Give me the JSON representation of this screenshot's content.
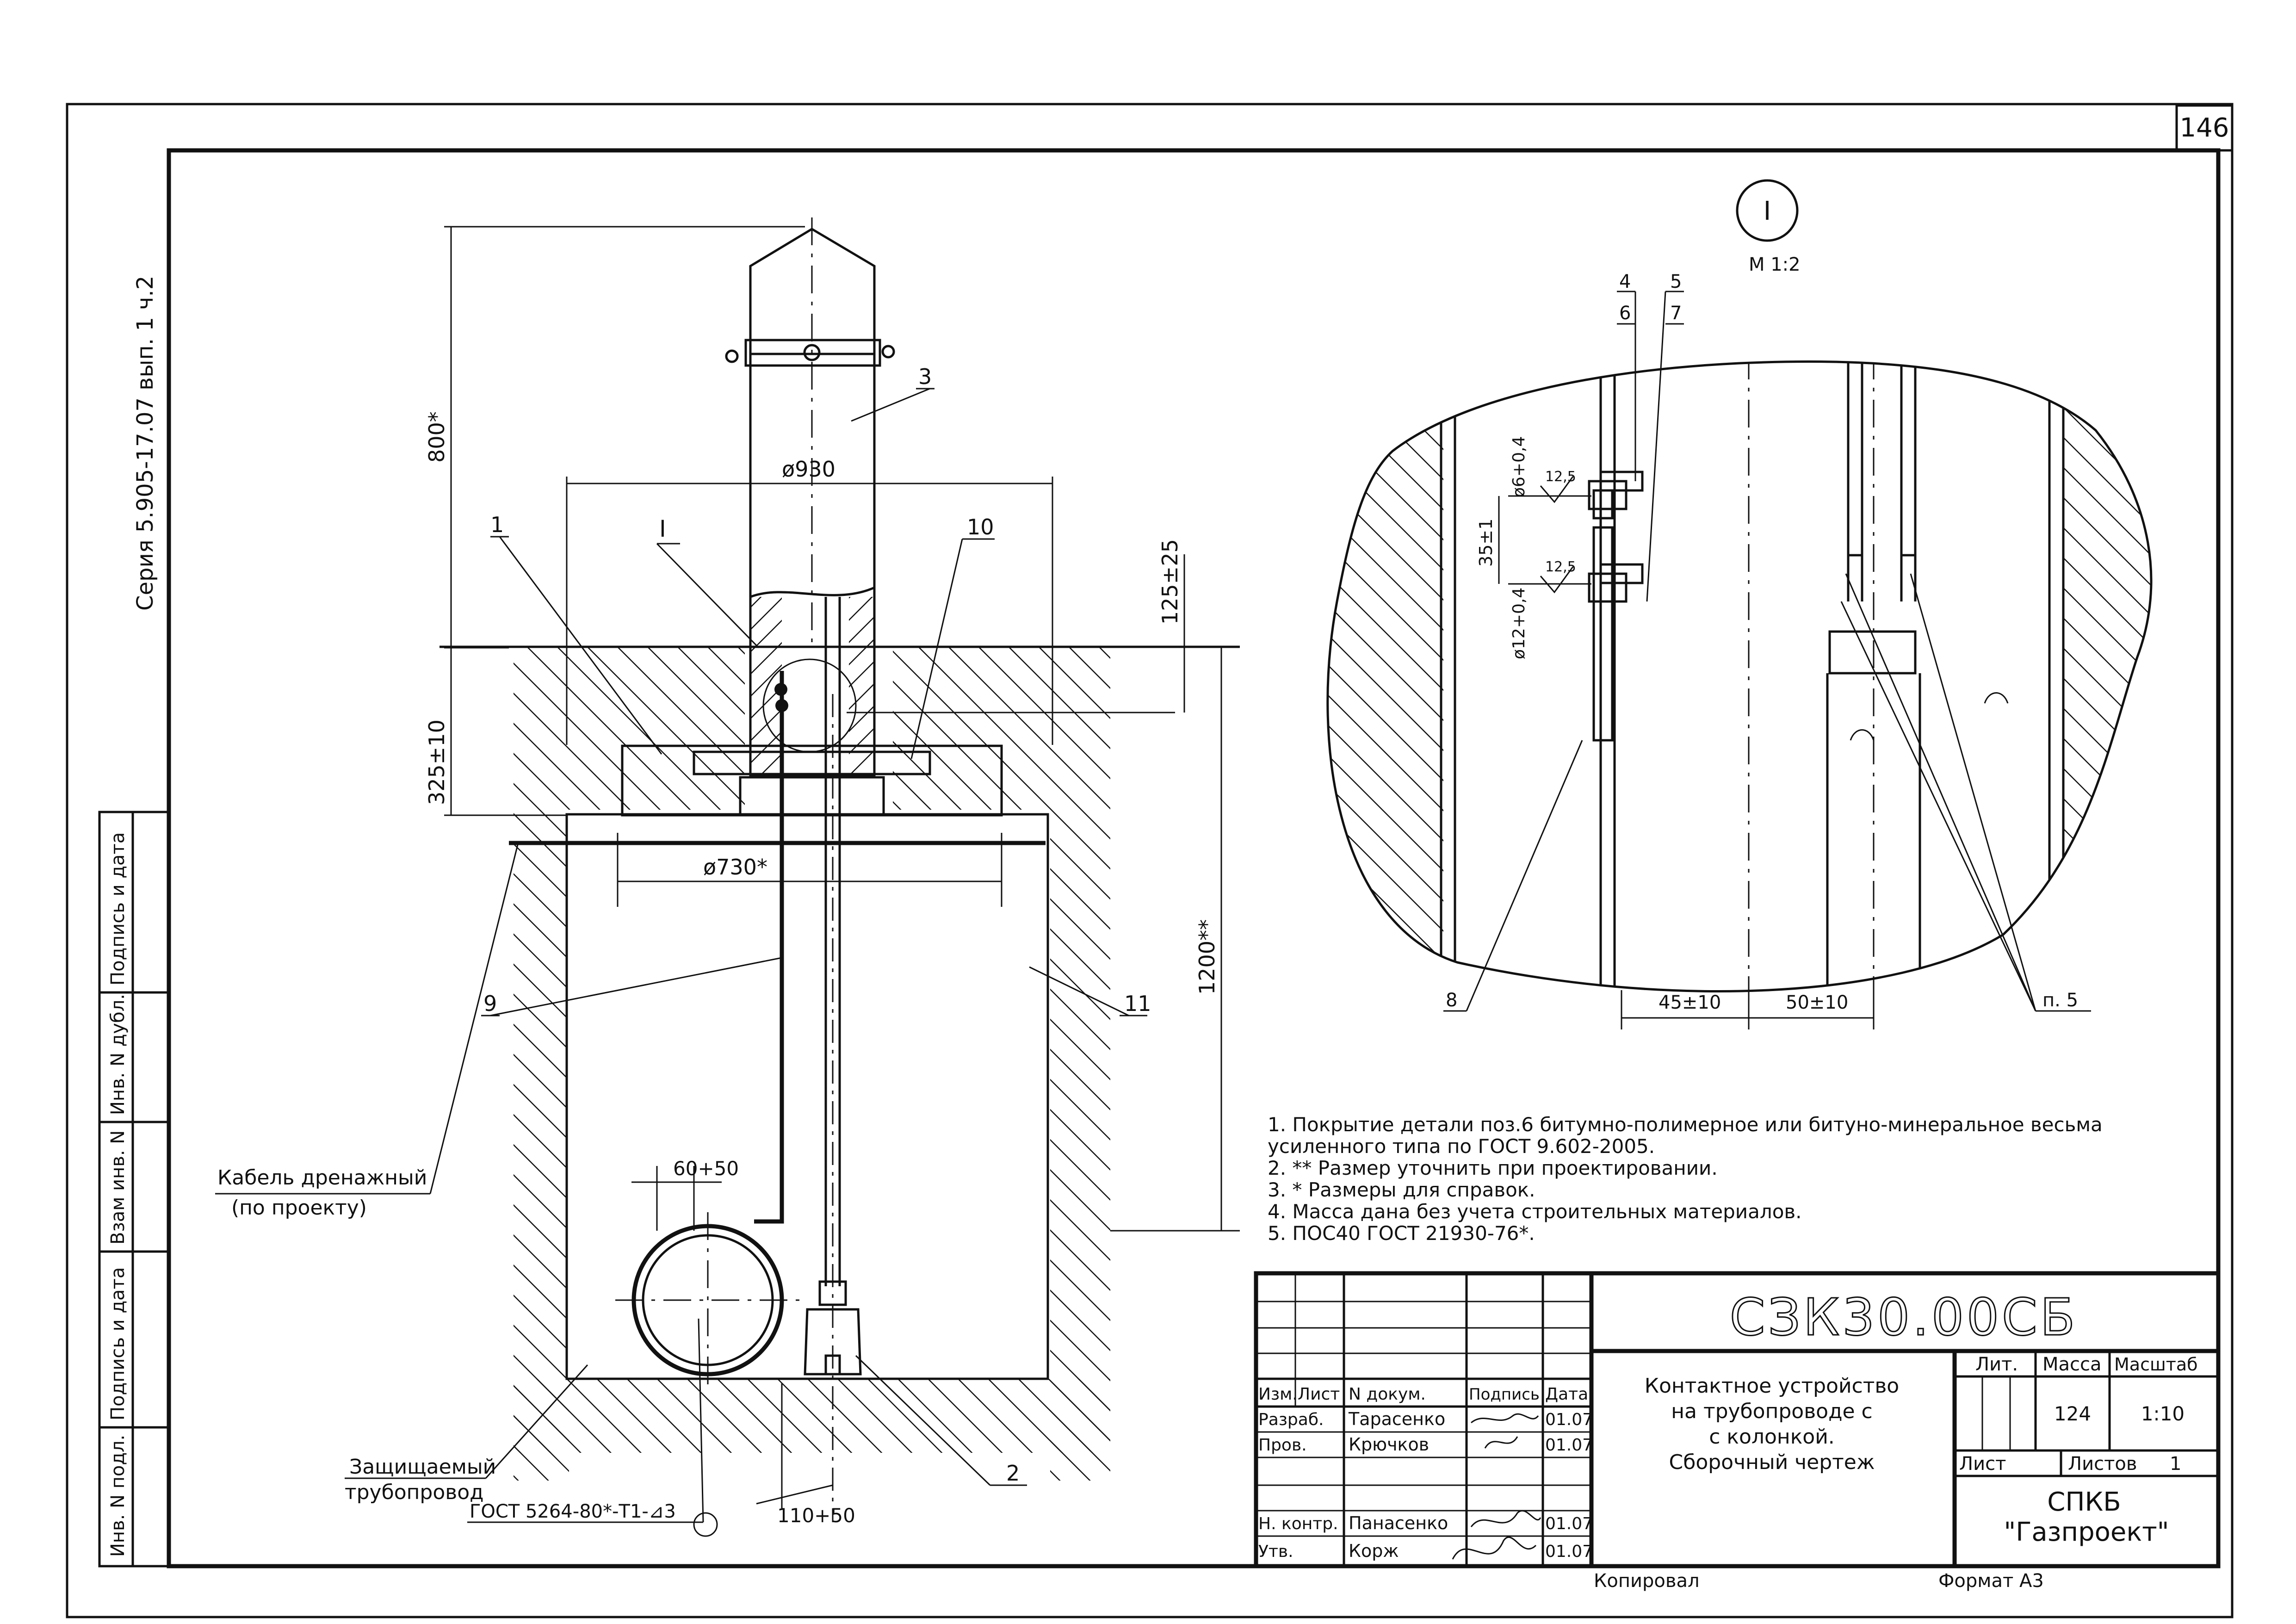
{
  "page_number": "146",
  "series": "Серия 5.905-17.07 вып. 1 ч.2",
  "side_stamp": [
    "Инв. N подл.",
    "Подпись и дата",
    "Взам инв. N",
    "Инв. N дубл.",
    "Подпись и дата"
  ],
  "detail": {
    "mark": "I",
    "scale": "М 1:2"
  },
  "main_labels": {
    "h800": "800*",
    "h325": "325±10",
    "h125": "125±25",
    "h1200": "1200**",
    "d930": "ø930",
    "d730": "ø730*",
    "w60": "60+50",
    "w110": "110+50",
    "p1": "1",
    "p2": "2",
    "p3": "3",
    "p9": "9",
    "p10": "10",
    "p11": "11",
    "mark_I": "I",
    "cable_1": "Кабель дренажный",
    "cable_2": "(по проекту)",
    "pipe_1": "Защищаемый",
    "pipe_2": "трубопровод",
    "weld": "ГОСТ 5264-80*-Т1-⊿3"
  },
  "detail_labels": {
    "p4": "4",
    "p5": "5",
    "p6": "6",
    "p7": "7",
    "p8": "8",
    "d6": "ø6+0,4",
    "d12": "ø12+0,4",
    "h35": "35±1",
    "r1": "12,5",
    "r2": "12,5",
    "w45": "45±10",
    "w50": "50±10",
    "n5": "п. 5"
  },
  "notes": [
    "1. Покрытие детали поз.6 битумно-полимерное или битуно-минеральное весьма",
    "усиленного типа по ГОСТ 9.602-2005.",
    "2. ** Размер уточнить при проектировании.",
    "3. * Размеры для справок.",
    "4. Масса дана без учета строительных материалов.",
    "5. ПОС40 ГОСТ 21930-76*."
  ],
  "title_block": {
    "code": "СЗК30.00СБ",
    "title_lines": [
      "Контактное устройство",
      "на трубопроводе с",
      "с колонкой.",
      "Сборочный чертеж"
    ],
    "headers": [
      "Изм.",
      "Лист",
      "N докум.",
      "Подпись",
      "Дата"
    ],
    "rows": [
      {
        "role": "Разраб.",
        "name": "Тарасенко",
        "date": "01.07"
      },
      {
        "role": "Пров.",
        "name": "Крючков",
        "date": "01.07"
      },
      {
        "role": "Н. контр.",
        "name": "Панасенко",
        "date": "01.07"
      },
      {
        "role": "Утв.",
        "name": "Корж",
        "date": "01.07"
      }
    ],
    "lit_label": "Лит.",
    "mass_label": "Масса",
    "scale_label": "Масштаб",
    "mass": "124",
    "scale": "1:10",
    "sheet_label": "Лист",
    "sheets_label": "Листов",
    "sheets": "1",
    "org_1": "СПКБ",
    "org_2": "\"Газпроект\"",
    "copied": "Копировал",
    "format": "Формат А3"
  }
}
